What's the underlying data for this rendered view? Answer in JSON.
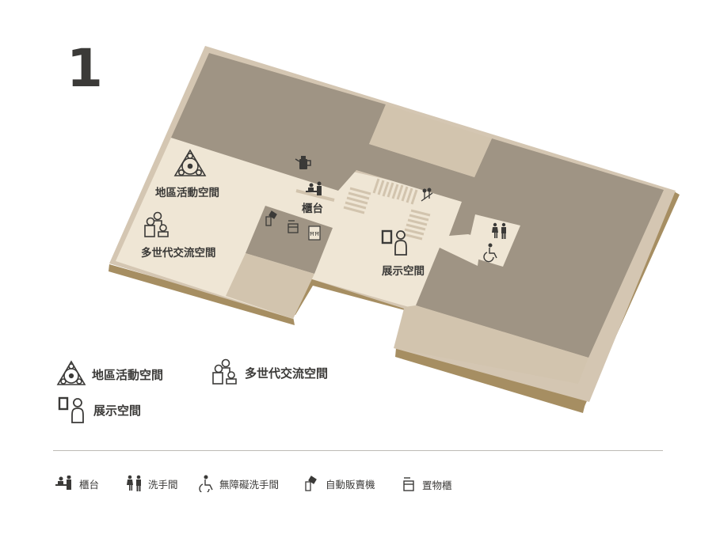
{
  "floor": {
    "number": "1"
  },
  "map_labels": {
    "community_space": "地區活動空間",
    "counter": "櫃台",
    "multigen_space": "多世代交流空間",
    "exhibition_space": "展示空間"
  },
  "legend_major": [
    {
      "icon": "community-circle-icon",
      "label": "地區活動空間"
    },
    {
      "icon": "multigenerational-family-icon",
      "label": "多世代交流空間"
    },
    {
      "icon": "exhibition-display-icon",
      "label": "展示空間"
    }
  ],
  "legend_facilities": [
    {
      "icon": "counter-staff-icon",
      "label": "櫃台"
    },
    {
      "icon": "restroom-icon",
      "label": "洗手間"
    },
    {
      "icon": "wheelchair-icon",
      "label": "無障礙洗手間"
    },
    {
      "icon": "vending-machine-icon",
      "label": "自動販賣機"
    },
    {
      "icon": "locker-icon",
      "label": "置物櫃"
    }
  ],
  "colors": {
    "wall_shadow": "#a68e62",
    "outer_border": "#d4c6b2",
    "floor_light": "#efe6d5",
    "block_dark": "#9f9484",
    "block_medium": "#d2c4ae",
    "text": "#3b3a38"
  }
}
